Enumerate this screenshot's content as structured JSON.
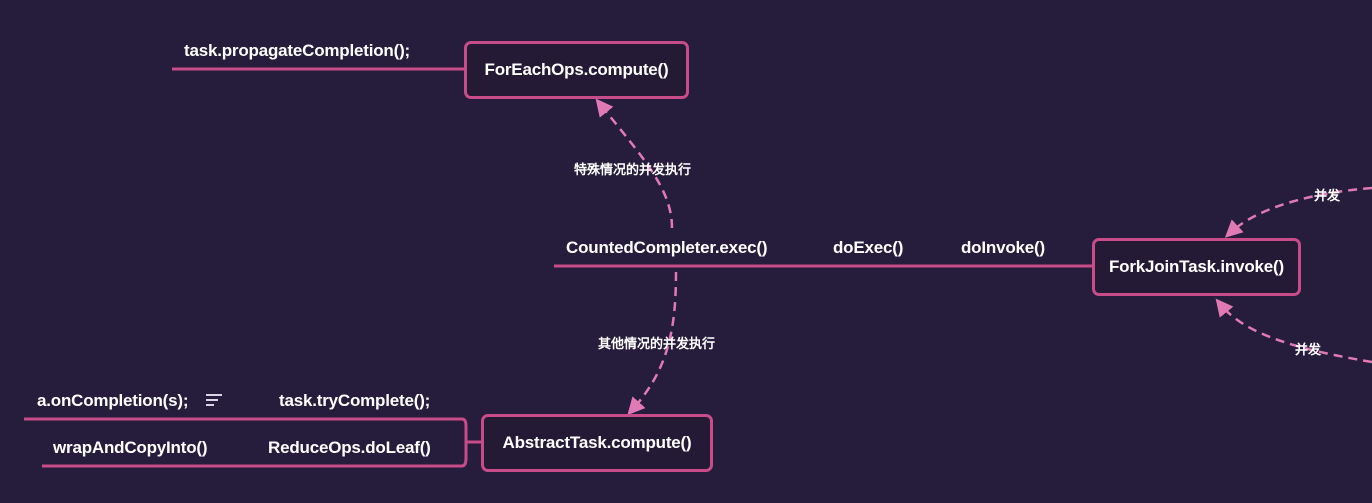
{
  "nodes": {
    "foreach_compute": "ForEachOps.compute()",
    "forkjoin_invoke": "ForkJoinTask.invoke()",
    "abstract_compute": "AbstractTask.compute()"
  },
  "labels": {
    "propagate_completion": "task.propagateCompletion();",
    "counted_exec": "CountedCompleter.exec()",
    "do_exec": "doExec()",
    "do_invoke": "doInvoke()",
    "on_completion": "a.onCompletion(s);",
    "try_complete": "task.tryComplete();",
    "wrap_copy": "wrapAndCopyInto()",
    "reduce_leaf": "ReduceOps.doLeaf()"
  },
  "edge_labels": {
    "special_case": "特殊情况的并发执行",
    "other_case": "其他情况的并发执行",
    "concurrent_top": "并发",
    "concurrent_bottom": "并发"
  },
  "icons": {
    "note": "notes-icon"
  },
  "colors": {
    "background": "#261c3b",
    "accent": "#c84b8a",
    "dashed": "#e07ab5",
    "text": "#ffffff"
  }
}
